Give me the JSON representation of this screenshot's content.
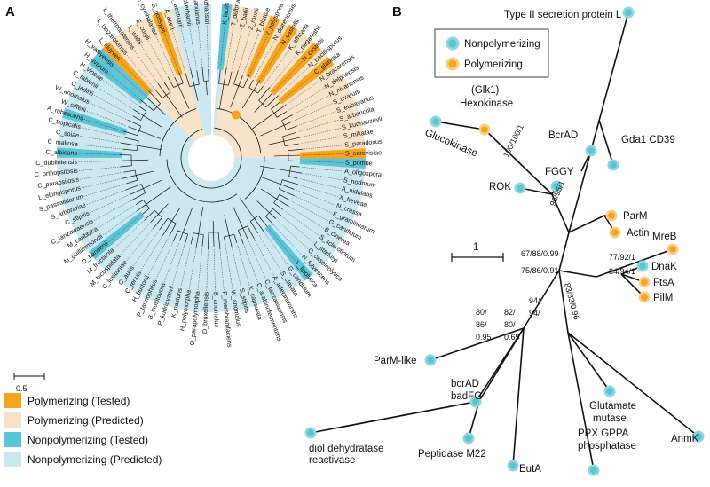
{
  "panel_a": {
    "letter": "A",
    "scale_label": "0.5",
    "colors": {
      "poly_tested": "#f7a51d",
      "poly_predicted": "#f8e3c9",
      "nonpoly_tested": "#5bc4d6",
      "nonpoly_predicted": "#cbe8f1"
    },
    "legend": [
      {
        "label": "Polymerizing (Tested)",
        "color": "#f7a51d"
      },
      {
        "label": "Polymerizing (Predicted)",
        "color": "#f8e3c9"
      },
      {
        "label": "Nonpolymerizing (Tested)",
        "color": "#5bc4d6"
      },
      {
        "label": "Nonpolymerizing (Predicted)",
        "color": "#cbe8f1"
      }
    ],
    "leaves": [
      {
        "name": "K_lactis",
        "cls": "nonpoly_tested"
      },
      {
        "name": "T_delbrueckii",
        "cls": "poly_predicted"
      },
      {
        "name": "Z_bailii",
        "cls": "poly_predicted"
      },
      {
        "name": "Z_rouxii",
        "cls": "poly_predicted"
      },
      {
        "name": "T_blattae",
        "cls": "poly_predicted"
      },
      {
        "name": "V_polyspora",
        "cls": "poly_tested"
      },
      {
        "name": "N_dairenensis",
        "cls": "poly_predicted"
      },
      {
        "name": "N_castellii",
        "cls": "poly_tested"
      },
      {
        "name": "K_africana",
        "cls": "poly_predicted"
      },
      {
        "name": "K_naganishii",
        "cls": "poly_predicted"
      },
      {
        "name": "N_castellii",
        "cls": "poly_tested"
      },
      {
        "name": "N_bacillisporus",
        "cls": "poly_predicted"
      },
      {
        "name": "C_glabrata",
        "cls": "poly_tested"
      },
      {
        "name": "N_bracarensis",
        "cls": "poly_predicted"
      },
      {
        "name": "N_delphensis",
        "cls": "poly_predicted"
      },
      {
        "name": "N_nivariensis",
        "cls": "poly_predicted"
      },
      {
        "name": "S_uvarum",
        "cls": "poly_predicted"
      },
      {
        "name": "S_eubayanus",
        "cls": "poly_predicted"
      },
      {
        "name": "S_arboricola",
        "cls": "poly_predicted"
      },
      {
        "name": "S_kudriavzevii",
        "cls": "poly_predicted"
      },
      {
        "name": "S_mikatae",
        "cls": "poly_predicted"
      },
      {
        "name": "S_paradoxus",
        "cls": "poly_predicted"
      },
      {
        "name": "S_cerevisiae",
        "cls": "poly_tested"
      },
      {
        "name": "S_pombe",
        "cls": "nonpoly_tested"
      },
      {
        "name": "A_oligospora",
        "cls": "nonpoly_predicted"
      },
      {
        "name": "S_nodorum",
        "cls": "nonpoly_predicted"
      },
      {
        "name": "A_nidulans",
        "cls": "nonpoly_predicted"
      },
      {
        "name": "X_heveae",
        "cls": "nonpoly_predicted"
      },
      {
        "name": "N_crassa",
        "cls": "nonpoly_predicted"
      },
      {
        "name": "F_graminearum",
        "cls": "nonpoly_predicted"
      },
      {
        "name": "G_candidum",
        "cls": "nonpoly_predicted"
      },
      {
        "name": "B_cinerea",
        "cls": "nonpoly_predicted"
      },
      {
        "name": "S_sclerotiorum",
        "cls": "nonpoly_predicted"
      },
      {
        "name": "L_starkeyi",
        "cls": "nonpoly_predicted"
      },
      {
        "name": "C_caseinolytica",
        "cls": "nonpoly_predicted"
      },
      {
        "name": "N_fulvescens",
        "cls": "nonpoly_predicted"
      },
      {
        "name": "Y_lipolytica",
        "cls": "nonpoly_tested"
      },
      {
        "name": "G_candidum",
        "cls": "nonpoly_predicted"
      },
      {
        "name": "S_clavata",
        "cls": "nonpoly_predicted"
      },
      {
        "name": "A_adeninivorans",
        "cls": "nonpoly_predicted"
      },
      {
        "name": "C_tanzawaensis",
        "cls": "nonpoly_predicted"
      },
      {
        "name": "C_arabinofermentans",
        "cls": "nonpoly_predicted"
      },
      {
        "name": "K_capsulata",
        "cls": "nonpoly_predicted"
      },
      {
        "name": "S_stipitis",
        "cls": "nonpoly_predicted"
      },
      {
        "name": "W_anomalus",
        "cls": "nonpoly_predicted"
      },
      {
        "name": "P_membranifaciens",
        "cls": "nonpoly_predicted"
      },
      {
        "name": "B_anomalus",
        "cls": "nonpoly_predicted"
      },
      {
        "name": "D_bruxellensis",
        "cls": "nonpoly_predicted"
      },
      {
        "name": "O_parapolymorpha",
        "cls": "nonpoly_predicted"
      },
      {
        "name": "H_polymorpha",
        "cls": "nonpoly_predicted"
      },
      {
        "name": "K_pastoris",
        "cls": "nonpoly_predicted"
      },
      {
        "name": "P_kudriavzevii",
        "cls": "nonpoly_predicted"
      },
      {
        "name": "B_inositovora",
        "cls": "nonpoly_predicted"
      },
      {
        "name": "P_tannophilus",
        "cls": "nonpoly_predicted"
      },
      {
        "name": "H_burtonii",
        "cls": "nonpoly_predicted"
      },
      {
        "name": "C_tenuis",
        "cls": "nonpoly_predicted"
      },
      {
        "name": "C_auris",
        "cls": "nonpoly_predicted"
      },
      {
        "name": "C_lusitaniae",
        "cls": "nonpoly_predicted"
      },
      {
        "name": "M_bicuspidata",
        "cls": "nonpoly_predicted"
      },
      {
        "name": "M_fructicola",
        "cls": "nonpoly_predicted"
      },
      {
        "name": "D_hansenii",
        "cls": "nonpoly_tested"
      },
      {
        "name": "M_guilliermondii",
        "cls": "nonpoly_predicted"
      },
      {
        "name": "M_caribbica",
        "cls": "nonpoly_predicted"
      },
      {
        "name": "C_tanzawaensis",
        "cls": "nonpoly_predicted"
      },
      {
        "name": "C_stipitis",
        "cls": "nonpoly_predicted"
      },
      {
        "name": "S_arborariae",
        "cls": "nonpoly_predicted"
      },
      {
        "name": "S_passalidarum",
        "cls": "nonpoly_predicted"
      },
      {
        "name": "L_elongisporus",
        "cls": "nonpoly_predicted"
      },
      {
        "name": "C_parapsilosis",
        "cls": "nonpoly_predicted"
      },
      {
        "name": "C_orthopsilosis",
        "cls": "nonpoly_predicted"
      },
      {
        "name": "C_dubliniensis",
        "cls": "nonpoly_predicted"
      },
      {
        "name": "C_albicans",
        "cls": "nonpoly_tested"
      },
      {
        "name": "C_maltosa",
        "cls": "nonpoly_predicted"
      },
      {
        "name": "C_sojae",
        "cls": "nonpoly_predicted"
      },
      {
        "name": "C_tropicalis",
        "cls": "nonpoly_predicted"
      },
      {
        "name": "A_rubescens",
        "cls": "nonpoly_tested"
      },
      {
        "name": "W_cifferii",
        "cls": "nonpoly_predicted"
      },
      {
        "name": "W_anomalus",
        "cls": "nonpoly_predicted"
      },
      {
        "name": "C_jadinii",
        "cls": "nonpoly_predicted"
      },
      {
        "name": "C_fabianii",
        "cls": "nonpoly_predicted"
      },
      {
        "name": "H_vineae",
        "cls": "nonpoly_predicted"
      },
      {
        "name": "H_uvarum",
        "cls": "nonpoly_tested"
      },
      {
        "name": "H_valbyensis",
        "cls": "nonpoly_tested"
      },
      {
        "name": "L_kluyveri",
        "cls": "poly_tested"
      },
      {
        "name": "L_lanzarotensis",
        "cls": "poly_predicted"
      },
      {
        "name": "L_thermotolerans",
        "cls": "poly_predicted"
      },
      {
        "name": "L_waltii",
        "cls": "poly_predicted"
      },
      {
        "name": "E_coryli",
        "cls": "poly_predicted"
      },
      {
        "name": "E_cymbalariae",
        "cls": "poly_predicted"
      },
      {
        "name": "E_gossypii",
        "cls": "poly_tested"
      },
      {
        "name": "A_aceri",
        "cls": "poly_predicted"
      },
      {
        "name": "K_aestuarii",
        "cls": "nonpoly_predicted"
      },
      {
        "name": "K_wickerhamii",
        "cls": "nonpoly_predicted"
      },
      {
        "name": "K_marxianus",
        "cls": "nonpoly_predicted"
      },
      {
        "name": "K_dobzhanskii",
        "cls": "nonpoly_predicted"
      }
    ]
  },
  "panel_b": {
    "letter": "B",
    "legend": [
      {
        "label": "Nonpolymerizing",
        "color": "#5bc4d6"
      },
      {
        "label": "Polymerizing",
        "color": "#f7a51d"
      }
    ],
    "scale_label": "1",
    "tips": [
      {
        "id": "t2s",
        "label": "Type II secretion protein L",
        "cls": "non"
      },
      {
        "id": "gda1",
        "label": "Gda1 CD39",
        "cls": "non"
      },
      {
        "id": "bcrad",
        "label": "BcrAD",
        "cls": "non"
      },
      {
        "id": "glk1_a",
        "label": "(Glk1)",
        "cls": "poly"
      },
      {
        "id": "glk1_b",
        "label": "Hexokinase",
        "cls": "poly"
      },
      {
        "id": "glucok",
        "label": "Glucokinase",
        "cls": "non"
      },
      {
        "id": "fggy",
        "label": "FGGY",
        "cls": "non"
      },
      {
        "id": "rok",
        "label": "ROK",
        "cls": "non"
      },
      {
        "id": "parm",
        "label": "ParM",
        "cls": "poly"
      },
      {
        "id": "actin",
        "label": "Actin",
        "cls": "poly"
      },
      {
        "id": "mreb",
        "label": "MreB",
        "cls": "poly"
      },
      {
        "id": "dnak",
        "label": "DnaK",
        "cls": "non"
      },
      {
        "id": "ftsa",
        "label": "FtsA",
        "cls": "poly"
      },
      {
        "id": "pilm",
        "label": "PilM",
        "cls": "poly"
      },
      {
        "id": "parmlike",
        "label": "ParM-like",
        "cls": "non"
      },
      {
        "id": "bcrad2_a",
        "label": "bcrAD",
        "cls": "non"
      },
      {
        "id": "bcrad2_b",
        "label": "badFG",
        "cls": "non"
      },
      {
        "id": "glut_a",
        "label": "Glutamate",
        "cls": "non"
      },
      {
        "id": "glut_b",
        "label": "mutase",
        "cls": "non"
      },
      {
        "id": "diol_a",
        "label": "diol dehydratase",
        "cls": "non"
      },
      {
        "id": "diol_b",
        "label": "reactivase",
        "cls": "non"
      },
      {
        "id": "pep",
        "label": "Peptidase M22",
        "cls": "non"
      },
      {
        "id": "euta",
        "label": "EutA",
        "cls": "non"
      },
      {
        "id": "ppx_a",
        "label": "PPX GPPA",
        "cls": "non"
      },
      {
        "id": "ppx_b",
        "label": "phosphatase",
        "cls": "non"
      },
      {
        "id": "anmk",
        "label": "AnmK",
        "cls": "non"
      }
    ],
    "supports": {
      "s1": "100/100/1",
      "s2": "96/95/1",
      "s3": "67/88/0.99",
      "s4": "75/86/0.91",
      "s5": "77/92/1",
      "s6": "84/94/1",
      "s7a": "80/",
      "s7b": "86/",
      "s7c": "0.95",
      "s8a": "82/",
      "s8b": "80/",
      "s8c": "0.69",
      "s9a": "94/",
      "s9b": "94/",
      "s10": "83/83/0.96"
    }
  }
}
